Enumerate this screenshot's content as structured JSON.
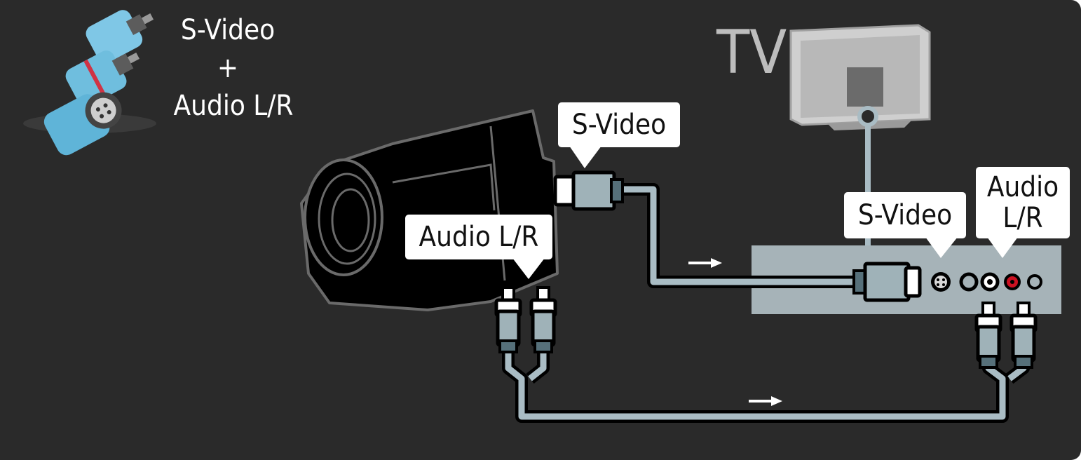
{
  "header": {
    "line1": "S-Video",
    "line2": "+",
    "line3": "Audio L/R"
  },
  "tv": {
    "label": "TV"
  },
  "callouts": {
    "camera_svideo": "S-Video",
    "camera_audio": "Audio L/R",
    "tv_svideo": "S-Video",
    "tv_audio_line1": "Audio",
    "tv_audio_line2": "L/R"
  },
  "colors": {
    "background": "#2a2a2a",
    "cable": "#a9bcc4",
    "connector": "#9fb2b8",
    "device": "#000000",
    "panel": "#a6b3b8",
    "audio_red": "#cc1122"
  },
  "icons": [
    "connector-plugs-icon",
    "camcorder-icon",
    "tv-icon",
    "arrow-right-icon"
  ]
}
